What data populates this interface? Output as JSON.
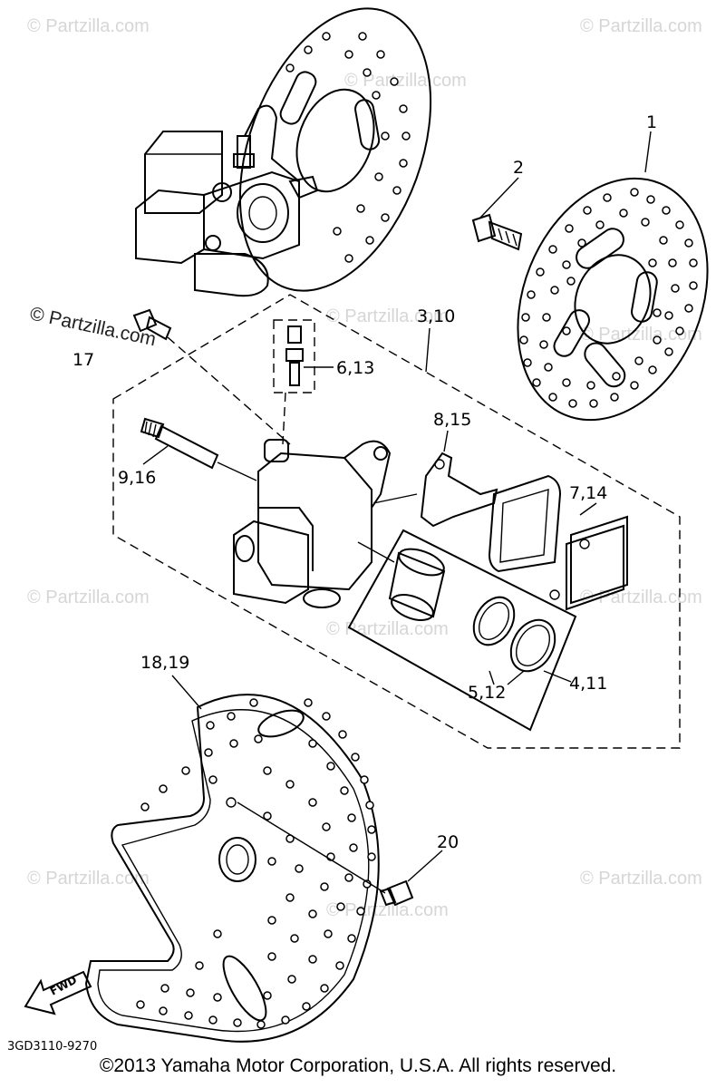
{
  "callouts": {
    "c1": "1",
    "c2": "2",
    "c3_10": "3,10",
    "c17": "17",
    "c6_13": "6,13",
    "c8_15": "8,15",
    "c9_16": "9,16",
    "c7_14": "7,14",
    "c18_19": "18,19",
    "c5_12": "5,12",
    "c4_11": "4,11",
    "c20": "20"
  },
  "fwd_label": "FWD",
  "diagram_code": "3GD3110-9270",
  "watermark_text": "© Partzilla.com",
  "watermark_main": "© Partzilla.com",
  "copyright": "©2013  Yamaha Motor Corporation, U.S.A. All rights reserved."
}
